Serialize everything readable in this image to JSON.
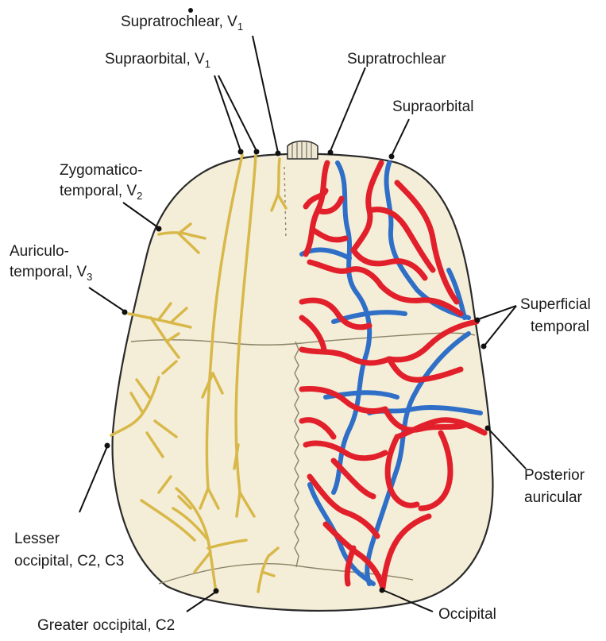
{
  "labels": {
    "supratrochlear_v1": "Supratrochlear, V",
    "supratrochlear_v1_sub": "1",
    "supraorbital_v1": "Supraorbital, V",
    "supraorbital_v1_sub": "1",
    "zygomatico_line1": "Zygomatico-",
    "zygomatico_line2": "temporal, V",
    "zygomatico_sub": "2",
    "auriculo_line1": "Auriculo-",
    "auriculo_line2": "temporal, V",
    "auriculo_sub": "3",
    "lesser_line1": "Lesser",
    "lesser_line2": "occipital, C2, C3",
    "greater_occipital": "Greater occipital, C2",
    "supratrochlear_artery": "Supratrochlear",
    "supraorbital_artery": "Supraorbital",
    "superficial_line1": "Superficial",
    "superficial_line2": "temporal",
    "posterior_line1": "Posterior",
    "posterior_line2": "auricular",
    "occipital": "Occipital"
  },
  "colors": {
    "scalp": "#f4eed8",
    "outline": "#2a2a2a",
    "nerve": "#d9b84a",
    "nerve_dark": "#b8962e",
    "artery": "#e2202b",
    "vein": "#2f6fc7",
    "suture": "#8c8468"
  }
}
